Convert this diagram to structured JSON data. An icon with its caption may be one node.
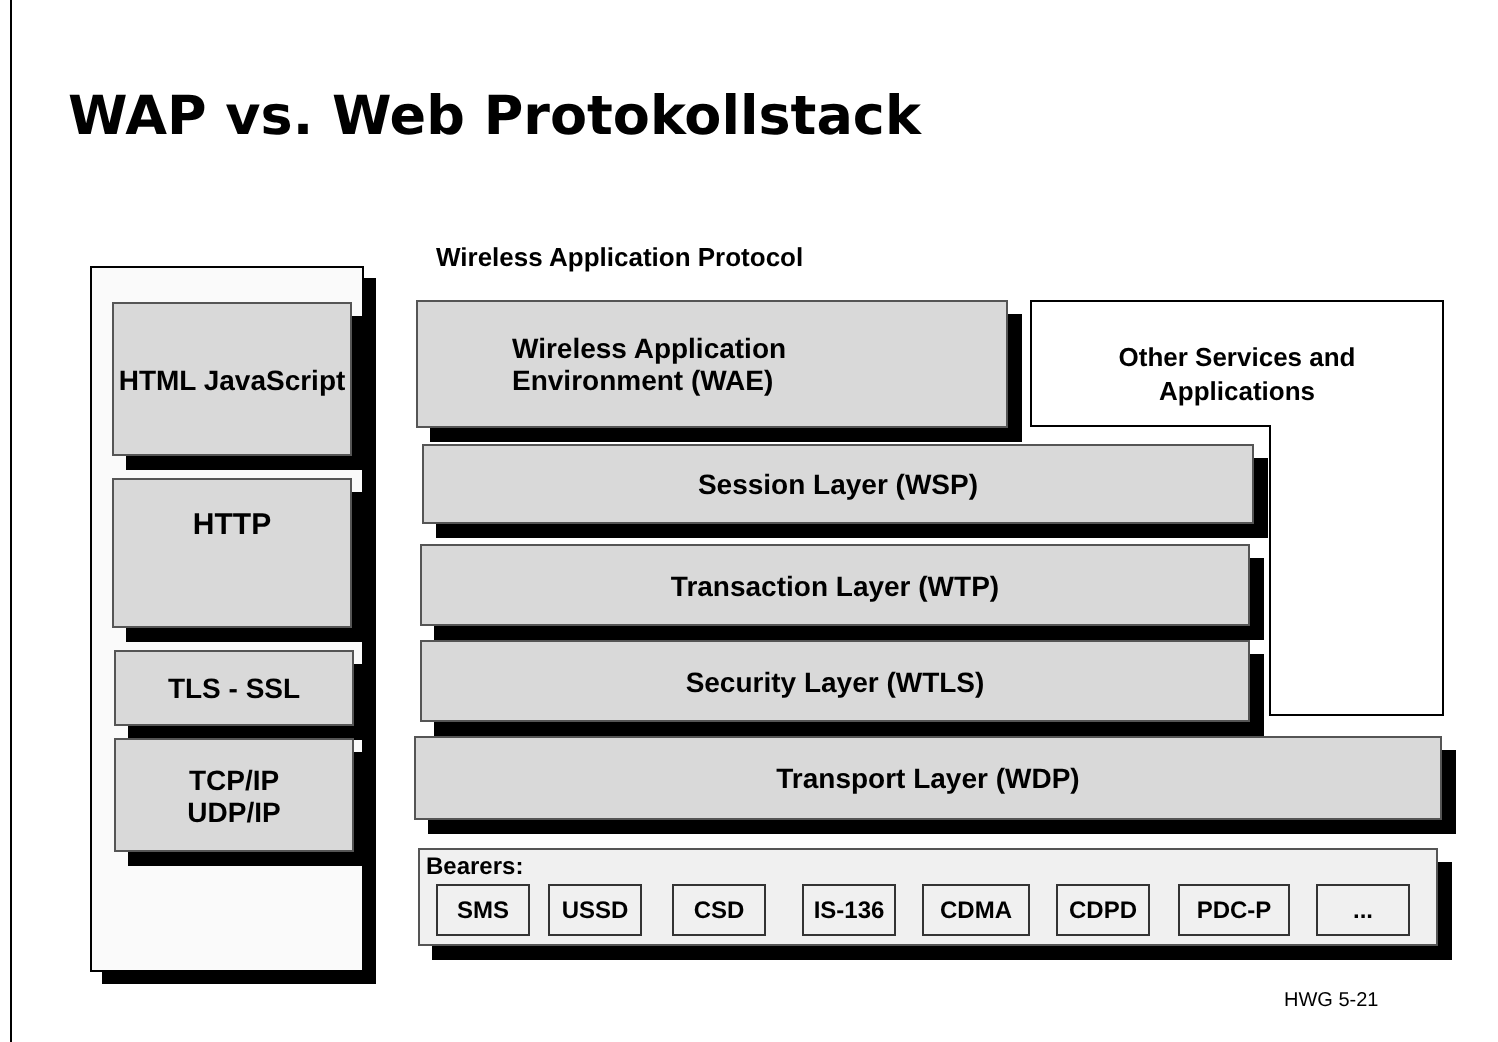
{
  "diagram": {
    "title": "WAP vs. Web Protokollstack",
    "nodes": [
      {
        "text": [],
        "shape": "box"
      },
      {
        "text": [
          "HTML JavaScript"
        ],
        "in": 0
      },
      {
        "text": [
          "HTTP"
        ],
        "in": 0
      },
      {
        "text": [
          "TLS - SSL"
        ],
        "in": 0
      },
      {
        "text": [
          "TCP/IP UDP/IP"
        ],
        "in": 0
      },
      {
        "text": [
          "Wireless Application Environment (WAE)"
        ]
      },
      {
        "text": [
          "Other Services and Applications"
        ]
      },
      {
        "text": [
          "Session Layer (WSP)"
        ]
      },
      {
        "text": [
          "Transaction Layer (WTP)"
        ]
      },
      {
        "text": [
          "Security Layer (WTLS)"
        ]
      },
      {
        "text": [
          "Transport Layer (WDP)"
        ]
      },
      {
        "text": [
          "Bearers:"
        ]
      },
      {
        "text": [
          "SMS"
        ],
        "in": 11
      },
      {
        "text": [
          "USSD"
        ],
        "in": 11
      },
      {
        "text": [
          "CSD"
        ],
        "in": 11
      },
      {
        "text": [
          "IS-136"
        ],
        "in": 11
      },
      {
        "text": [
          "CDMA"
        ],
        "in": 11
      },
      {
        "text": [
          "CDPD"
        ],
        "in": 11
      },
      {
        "text": [
          "PDC-P"
        ],
        "in": 11
      },
      {
        "text": [
          "..."
        ],
        "in": 11
      }
    ],
    "labels": [
      "Wireless Application Protocol",
      "HWG 5-21"
    ]
  }
}
